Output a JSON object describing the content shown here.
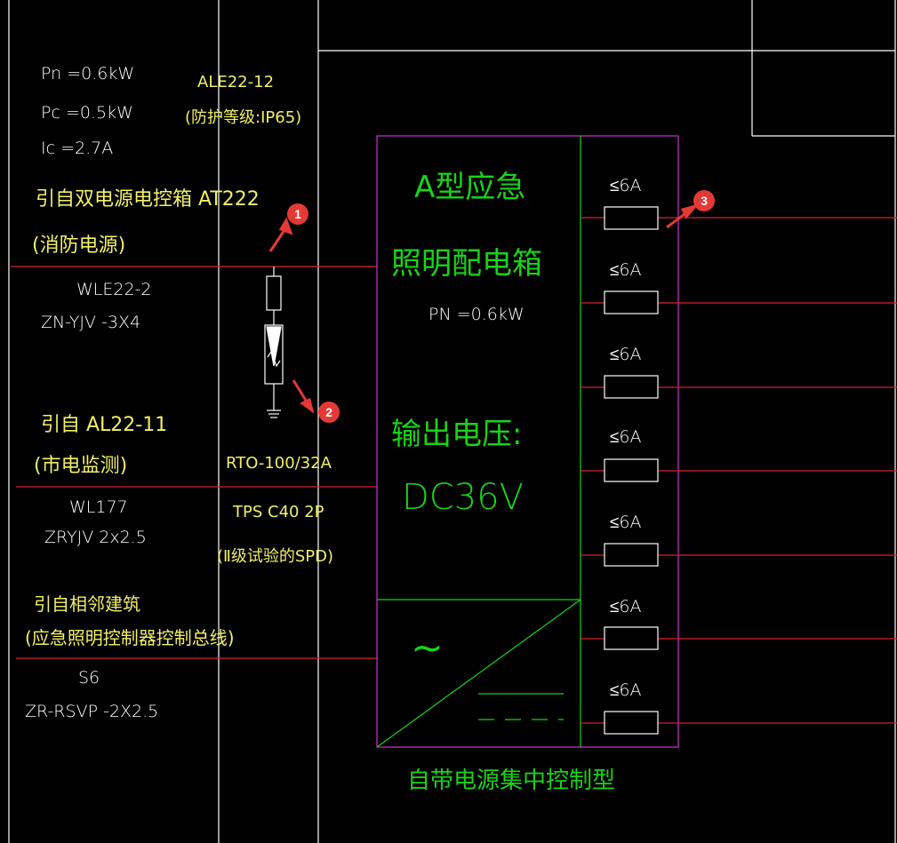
{
  "colors": {
    "background": "#000000",
    "frame": "#ffffff",
    "feeder_line": "#d8202c",
    "panel_border": "#cc33cc",
    "panel_inner": "#19d219",
    "label_yellow": "#f2ef6a",
    "label_white": "#ffffff",
    "label_green": "#19d219",
    "marker": "#e53935"
  },
  "left_column": {
    "pn": "Pn =0.6kW",
    "pc": "Pc =0.5kW",
    "ic": "Ic =2.7A",
    "feeder1": {
      "source": "引自双电源电控箱 AT222",
      "note": "(消防电源)",
      "circuit": "WLE22-2",
      "cable": "ZN-YJV -3X4"
    },
    "feeder2": {
      "source": "引自 AL22-11",
      "note": "(市电监测)",
      "circuit": "WL177",
      "cable": "ZRYJV 2x2.5"
    },
    "feeder3": {
      "source": "引自相邻建筑",
      "note": "(应急照明控制器控制总线)",
      "circuit": "S6",
      "cable": "ZR-RSVP -2X2.5"
    }
  },
  "middle_column": {
    "box_id": "ALE22-12",
    "protection": "(防护等级:IP65)",
    "fuse": "RTO-100/32A",
    "spd": "TPS C40 2P",
    "spd_note": "(Ⅱ级试验的SPD)"
  },
  "panel": {
    "title_line1": "A型应急",
    "title_line2": "照明配电箱",
    "power": "PN =0.6kW",
    "output_label": "输出电压:",
    "output_value": "DC36V",
    "ac_symbol": "~",
    "caption": "自带电源集中控制型",
    "outputs": [
      "≤6A",
      "≤6A",
      "≤6A",
      "≤6A",
      "≤6A",
      "≤6A",
      "≤6A"
    ]
  },
  "markers": [
    "1",
    "2",
    "3"
  ]
}
